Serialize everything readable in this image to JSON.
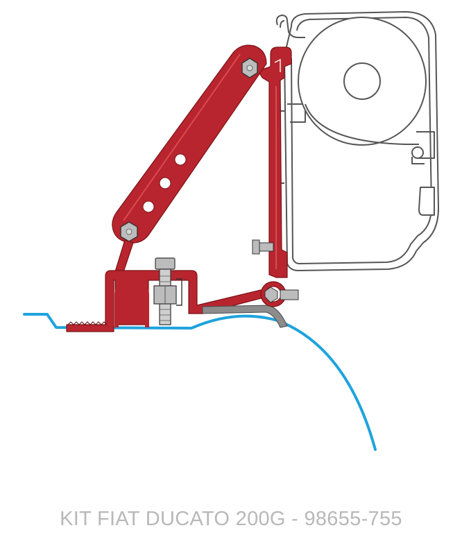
{
  "caption": "KIT FIAT DUCATO 200G - 98655-755",
  "colors": {
    "bracket_red": "#b8252e",
    "bracket_red_light": "#d23a40",
    "vehicle_roof_blue": "#1fa3dd",
    "awning_outline": "#555555",
    "bolt_gray": "#bcbcbc",
    "gasket_gray": "#8c8c8c",
    "caption_gray": "#b8b8b8"
  },
  "components": {
    "awning_profile": "awning-cassette-profile",
    "awning_roller": "awning-fabric-roller",
    "support_arm": "diagonal-support-arm",
    "vertical_bracket": "vertical-mounting-bracket",
    "base_bracket": "base-mounting-bracket",
    "clamp_bolt": "clamp-bolt",
    "hex_bolt_top": "hex-bolt-top",
    "hex_bolt_bottom": "hex-bolt-bottom",
    "side_bolt": "side-bolt",
    "pivot_bolt": "pivot-bolt",
    "gasket": "rubber-gasket",
    "roof_line": "vehicle-roof-profile"
  }
}
